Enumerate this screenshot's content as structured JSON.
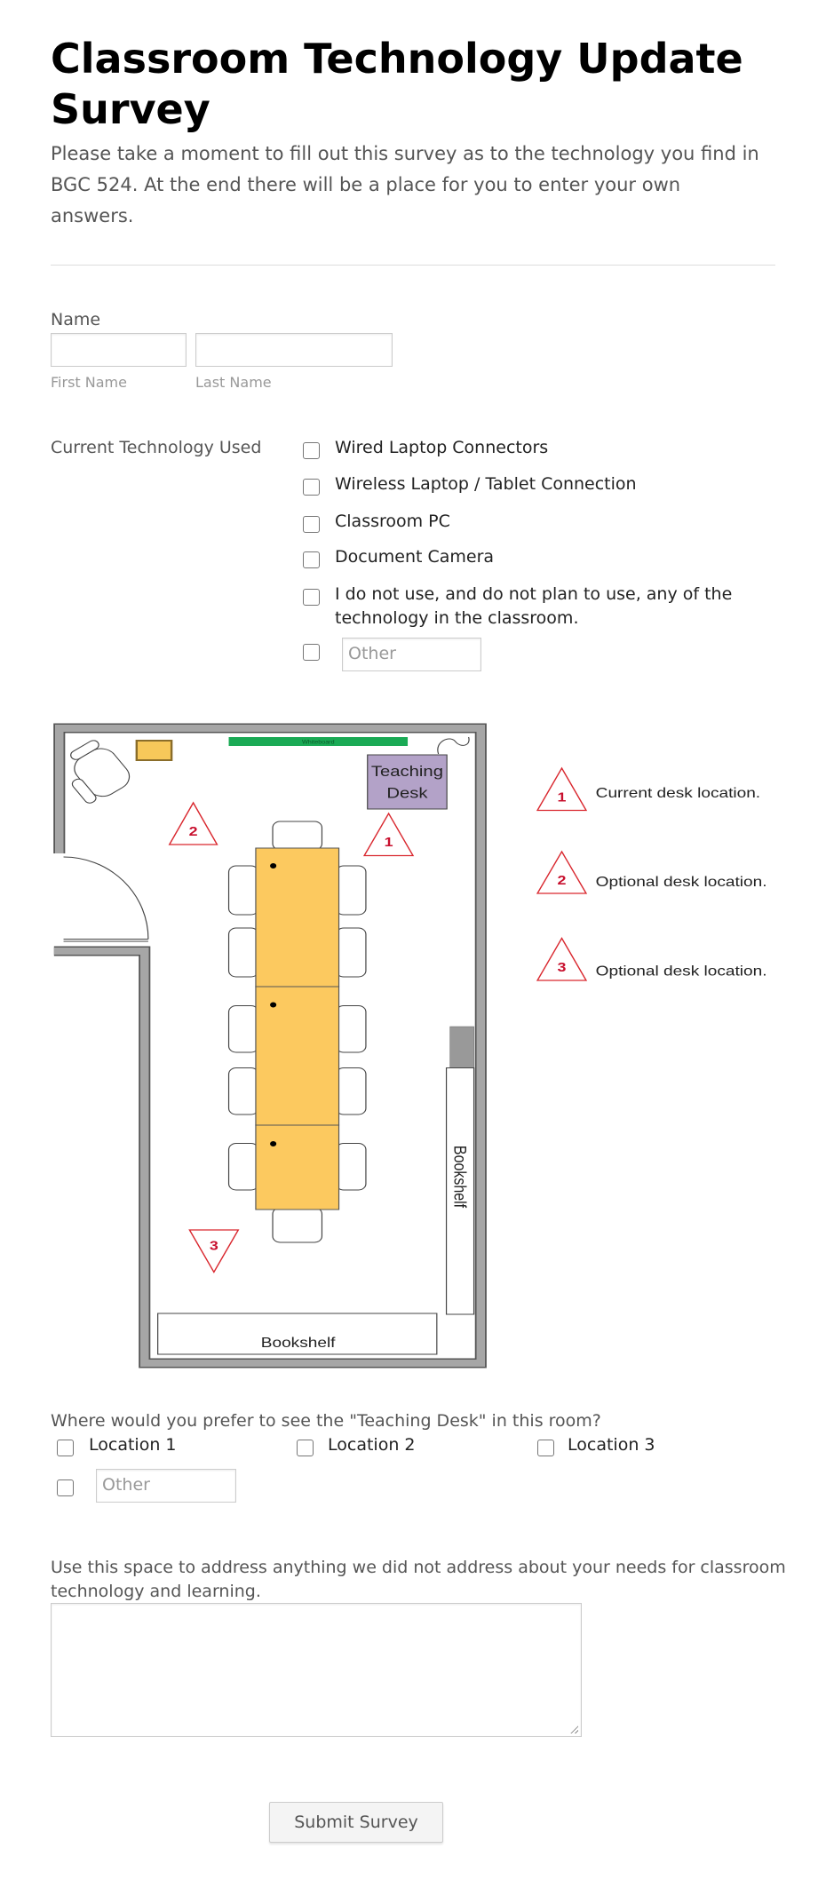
{
  "title": "Classroom Technology Update Survey",
  "description": "Please take a moment to fill out this survey as to the technology you find in BGC 524.  At the end there will be a place for you to enter your own answers.",
  "name_field": {
    "label": "Name",
    "first_value": "",
    "last_value": "",
    "first_sublabel": "First Name",
    "last_sublabel": "Last Name"
  },
  "technology": {
    "label": "Current Technology Used",
    "options": [
      "Wired Laptop Connectors",
      "Wireless Laptop / Tablet Connection",
      "Classroom PC",
      "Document Camera",
      "I do not use, and do not plan to use, any of the technology in the classroom."
    ],
    "other_placeholder": "Other"
  },
  "floor_plan": {
    "whiteboard": "Whiteboard",
    "teaching_desk_line1": "Teaching",
    "teaching_desk_line2": "Desk",
    "bookshelf_right": "Bookshelf",
    "bookshelf_bottom": "Bookshelf",
    "markers": [
      "1",
      "2",
      "3"
    ],
    "legend": [
      {
        "number": "1",
        "text": "Current desk location."
      },
      {
        "number": "2",
        "text": "Optional desk location."
      },
      {
        "number": "3",
        "text": "Optional desk location."
      }
    ],
    "colors": {
      "table": "#fcc95f",
      "desk": "#b3a2c8",
      "whiteboard": "#1aaa55",
      "marker": "#d9272e",
      "wall": "#a6a6a6"
    }
  },
  "desk_location": {
    "label": "Where would you prefer to see the \"Teaching Desk\" in this room?",
    "options": [
      "Location 1",
      "Location 2",
      "Location 3"
    ],
    "other_placeholder": "Other"
  },
  "comments": {
    "label": "Use this space to address anything we did not address about your needs for classroom technology and learning.",
    "value": ""
  },
  "submit_label": "Submit Survey"
}
